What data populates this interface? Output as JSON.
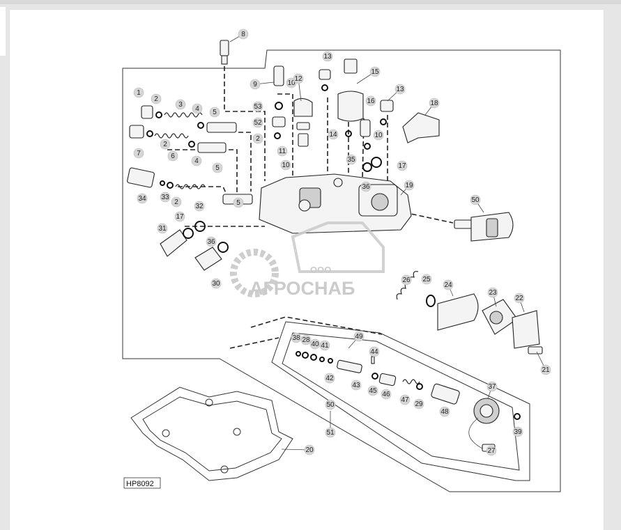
{
  "diagram": {
    "reference_code": "HP8092",
    "callouts": [
      "1",
      "2",
      "3",
      "4",
      "5",
      "6",
      "7",
      "8",
      "9",
      "10",
      "11",
      "12",
      "13",
      "14",
      "15",
      "16",
      "17",
      "18",
      "19",
      "20",
      "21",
      "22",
      "23",
      "24",
      "25",
      "26",
      "27",
      "28",
      "29",
      "30",
      "31",
      "32",
      "33",
      "34",
      "35",
      "36",
      "37",
      "38",
      "39",
      "40",
      "41",
      "42",
      "43",
      "44",
      "45",
      "46",
      "47",
      "48",
      "49",
      "50",
      "51",
      "52",
      "53"
    ]
  },
  "watermark": {
    "company_prefix": "ООО",
    "company_name": "АГРОСНАБ"
  }
}
